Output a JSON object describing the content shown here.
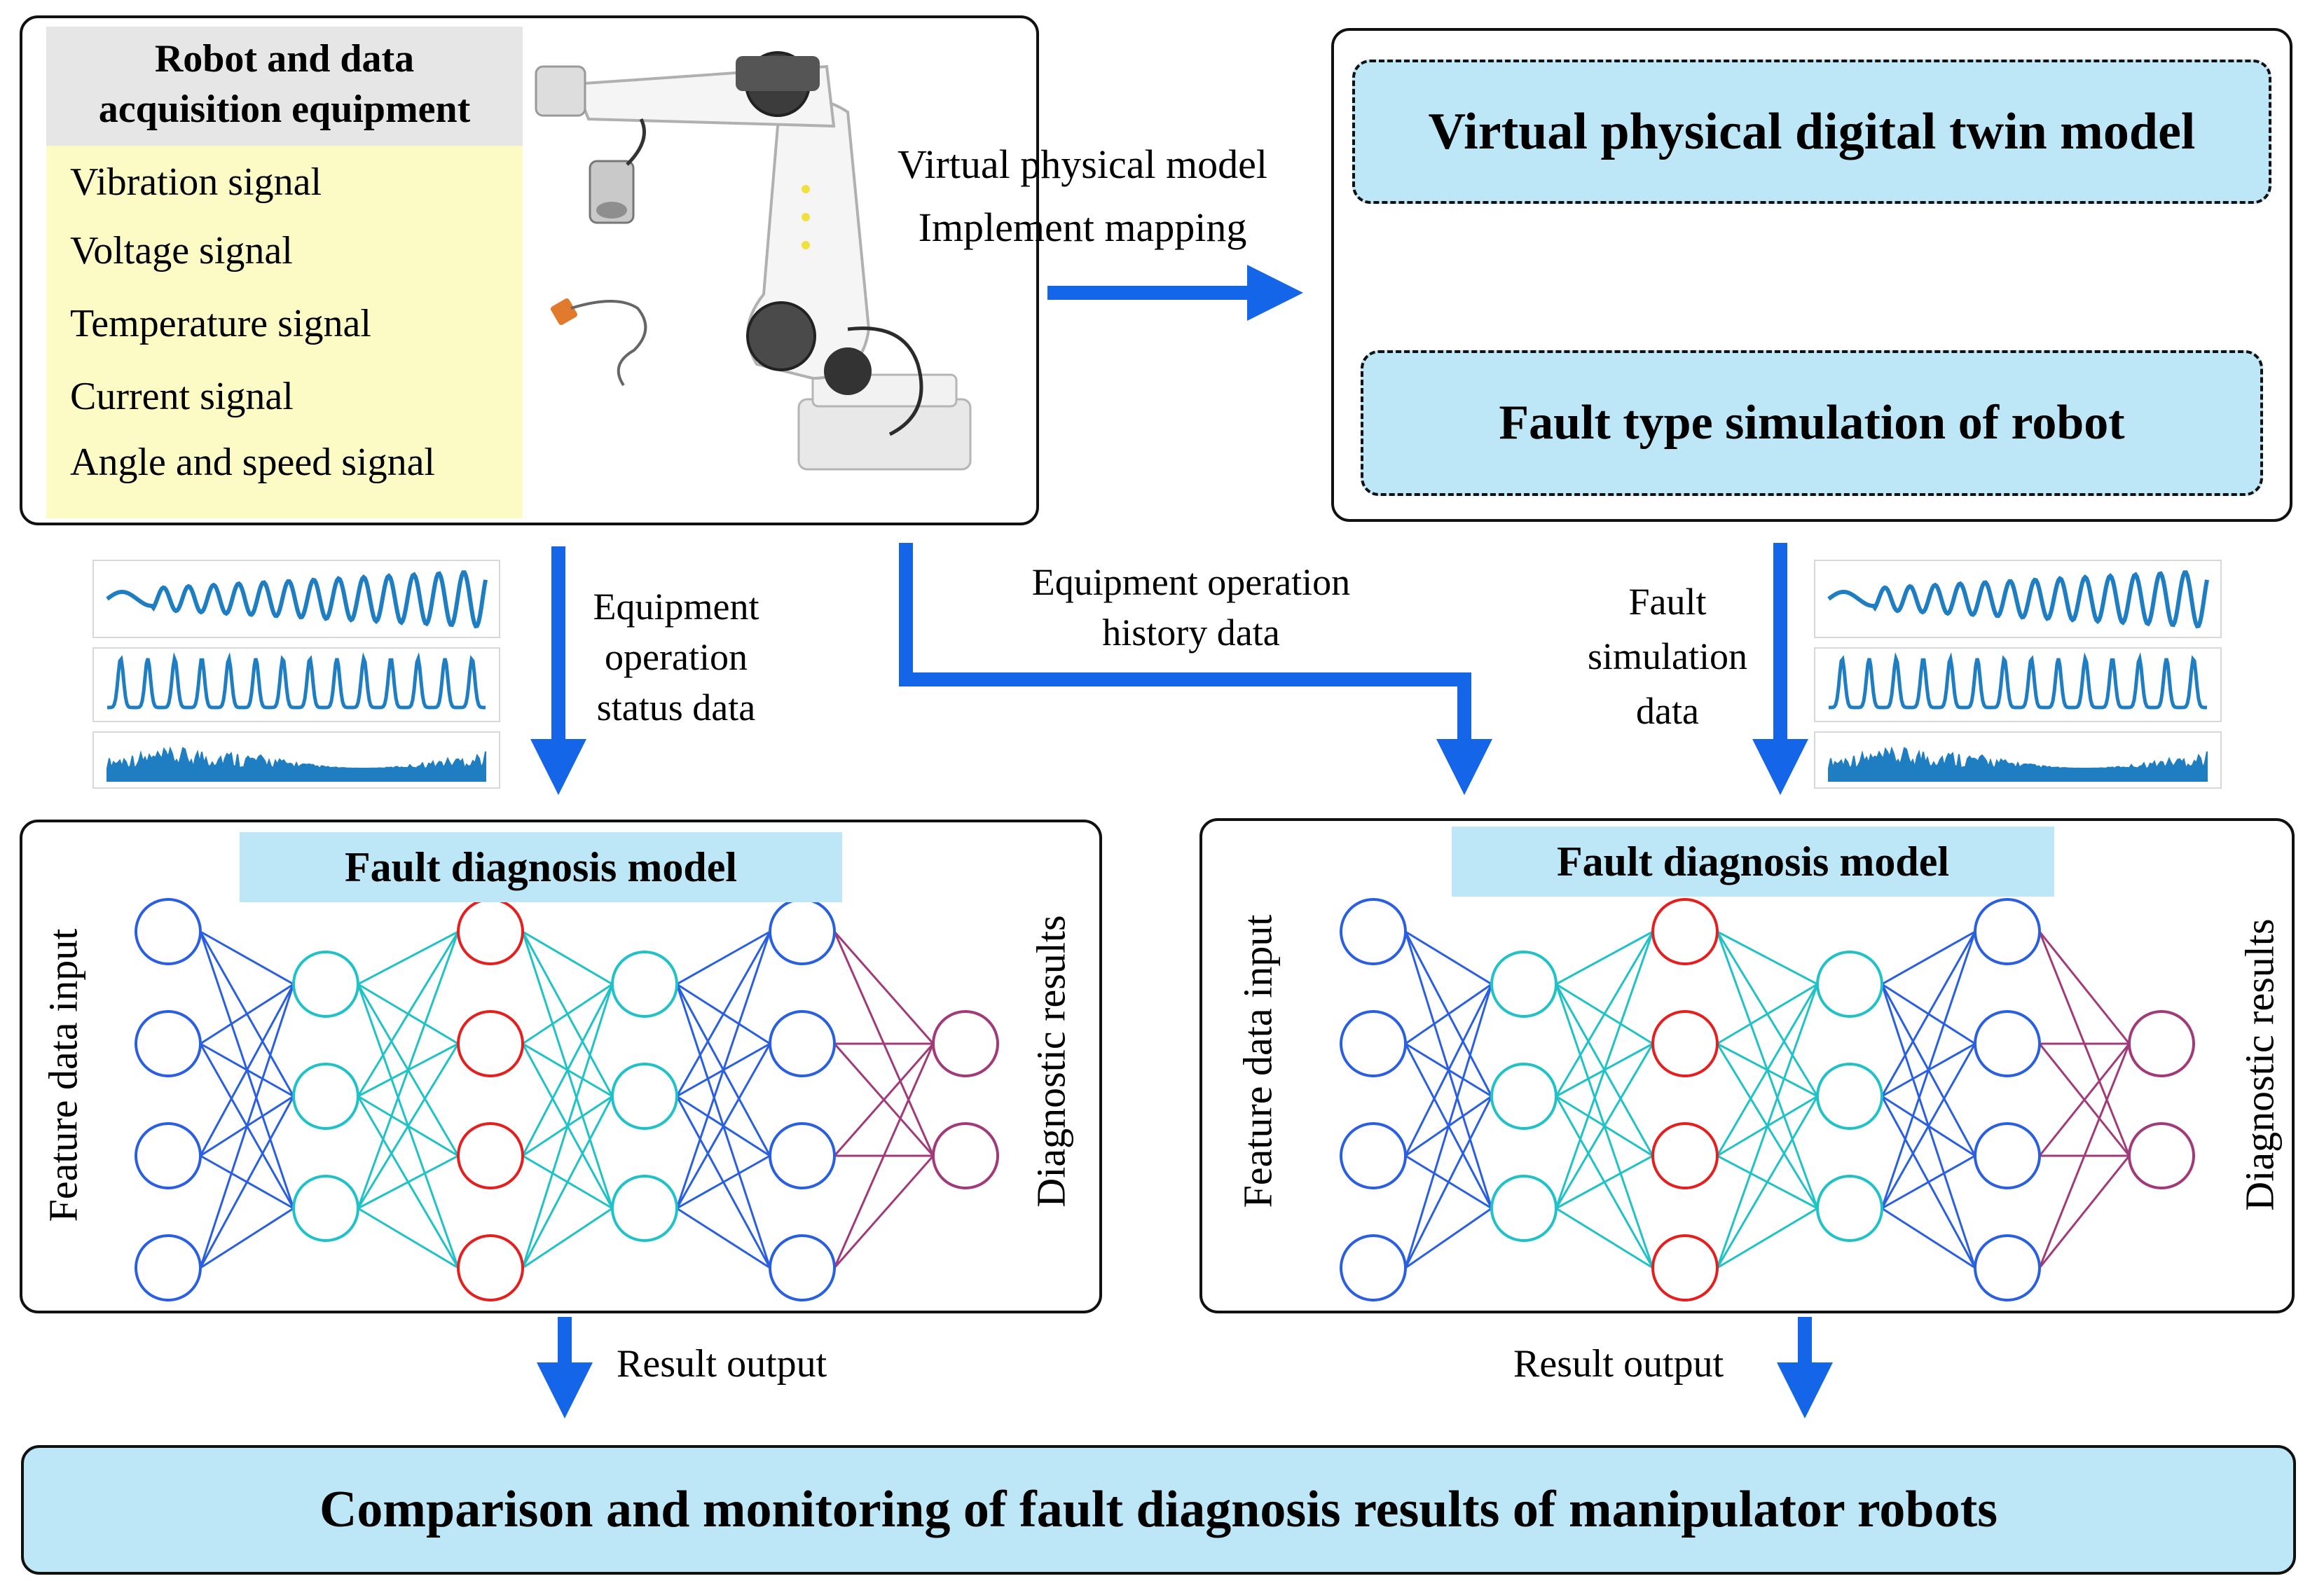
{
  "robot_box": {
    "header": [
      "Robot and data",
      "acquisition equipment"
    ],
    "signals": [
      "Vibration signal",
      "Voltage signal",
      "Temperature signal",
      "Current signal",
      "Angle and speed signal"
    ]
  },
  "twin_box": {
    "model_label": "Virtual physical digital twin model",
    "fault_sim_label": "Fault type simulation of robot"
  },
  "mapping_label": [
    "Virtual physical model",
    "Implement mapping"
  ],
  "status_label": [
    "Equipment",
    "operation",
    "status data"
  ],
  "history_label": [
    "Equipment operation",
    "history data"
  ],
  "fault_sim_data_label": [
    "Fault",
    "simulation",
    "data"
  ],
  "diagnosis_left": {
    "title": "Fault diagnosis model",
    "input_label": "Feature data input",
    "output_label": "Diagnostic results"
  },
  "diagnosis_right": {
    "title": "Fault diagnosis model",
    "input_label": "Feature data input",
    "output_label": "Diagnostic results"
  },
  "result_output_left": "Result output",
  "result_output_right": "Result output",
  "bottom_banner": "Comparison and monitoring of fault diagnosis results of manipulator robots",
  "colors": {
    "arrow": "#1565e8",
    "box_fill": "#bde7f7",
    "signal_bg": "#fdfbc5",
    "header_bg": "#e6e6e6",
    "node_blue": "#2a5fe0",
    "node_cyan": "#20c2c8",
    "node_red": "#e51e1e",
    "node_purple": "#a13a78",
    "wave": "#1f7ec2"
  }
}
